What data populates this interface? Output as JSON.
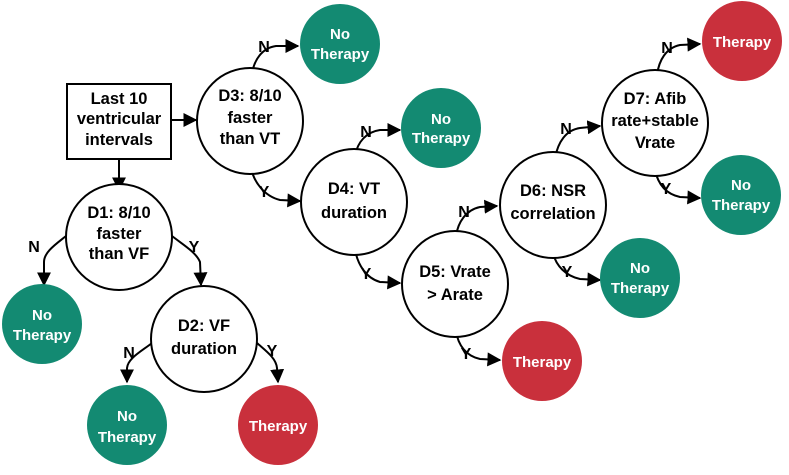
{
  "colors": {
    "no_therapy": "#138a72",
    "therapy": "#c9303c",
    "stroke": "#000000"
  },
  "start": {
    "lines": [
      "Last 10",
      "ventricular",
      "intervals"
    ]
  },
  "decisions": {
    "d1": {
      "lines": [
        "D1: 8/10",
        "faster",
        "than VF"
      ]
    },
    "d2": {
      "lines": [
        "D2: VF",
        "duration"
      ]
    },
    "d3": {
      "lines": [
        "D3: 8/10",
        "faster",
        "than VT"
      ]
    },
    "d4": {
      "lines": [
        "D4: VT",
        "duration"
      ]
    },
    "d5": {
      "lines": [
        "D5: Vrate",
        "> Arate"
      ]
    },
    "d6": {
      "lines": [
        "D6: NSR",
        "correlation"
      ]
    },
    "d7": {
      "lines": [
        "D7: Afib",
        "rate+stable",
        "Vrate"
      ]
    }
  },
  "outcomes": {
    "d1_no": {
      "lines": [
        "No",
        "Therapy"
      ],
      "kind": "no_therapy"
    },
    "d2_no": {
      "lines": [
        "No",
        "Therapy"
      ],
      "kind": "no_therapy"
    },
    "d2_yes": {
      "lines": [
        "Therapy"
      ],
      "kind": "therapy"
    },
    "d3_no": {
      "lines": [
        "No",
        "Therapy"
      ],
      "kind": "no_therapy"
    },
    "d4_no": {
      "lines": [
        "No",
        "Therapy"
      ],
      "kind": "no_therapy"
    },
    "d5_yes": {
      "lines": [
        "Therapy"
      ],
      "kind": "therapy"
    },
    "d6_yes": {
      "lines": [
        "No",
        "Therapy"
      ],
      "kind": "no_therapy"
    },
    "d7_no": {
      "lines": [
        "Therapy"
      ],
      "kind": "therapy"
    },
    "d7_yes": {
      "lines": [
        "No",
        "Therapy"
      ],
      "kind": "no_therapy"
    }
  },
  "edge_labels": {
    "no": "N",
    "yes": "Y"
  }
}
